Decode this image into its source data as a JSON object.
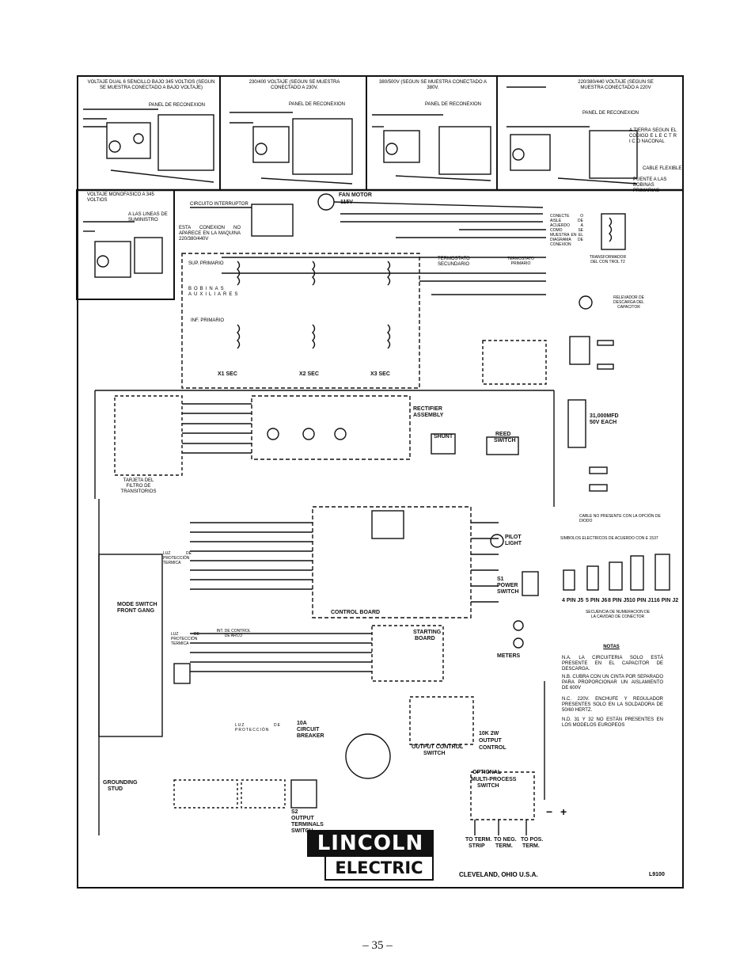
{
  "labels": {
    "dual_voltage": "VOLTAJE DUAL 6 SENCILLO BAJO 345 VOLTIOS (SEGUN SE MUESTRA CONECTADO A BAJO VOLTAJE)",
    "v230_400": "230/400 VOLTAJE (SEGUN SE MUESTRA CONECTADO A 230V.",
    "v380_500": "380/500V (SEGUN SE MUESTRA CONECTADO A 380V.",
    "v220_380_440": "220/380/440 VOLTAJE (SEGUN SE MUESTRA CONECTADO A 220V",
    "panel_1": "PANEL DE RECONEXION",
    "panel_2": "PANEL DE RECONEXION",
    "panel_3": "PANEL DE RECONEXION",
    "panel_4": "PANEL DE RECONEXION",
    "ground": "A TIERRA SEGUN EL CODIGO E L E C T R I C O NACONAL",
    "flex_cable": "CABLE FLEXIBLE",
    "bridge": "PUENTE A LAS BOBINAS PRIMARIAS",
    "single_phase": "VOLTAJE MONOFASICO A 345 VOLTIOS",
    "supply_lines": "A LAS LINEAS DE SUMINISTRO",
    "breaker_circuit": "CIRCUITO INTERRUPTOR",
    "not_shown": "ESTA CONEXION NO APARECE EN LA MAQUINA 220/380/440V",
    "sup_primary": "SUP. PRIMARIO",
    "aux_coils": "BOBINAS AUXILIARES",
    "inf_primary": "INF. PRIMARIO",
    "connect_note": "CONECTE O AISLE DE ACUERDO A COMO SE MUESTRA EN EL DIAGRAMA DE CONEXION",
    "thermo_secondary": "TERMOSTATO SECUNDARIO",
    "thermo_primary": "TERMOSTATO PRIMARIO",
    "control_transformer": "TRANSFORMADOR DEL CON TROL T2",
    "cap_relay": "RELEVADOR DE DESCARGA DEL CAPACITOR",
    "filter_board": "TARJETA DEL FILTRO DE TRANSITORIOS",
    "diode_cable": "CABLE NO PRESENTE CON LA OPCIÓN DE DIODO",
    "elec_symbols": "SIMBOLOS ELECTRICOS DE ACUERDO CON E 1537",
    "thermal_light_1": "LUZ DE PROTECCIÓN TERMICA",
    "thermal_light_2": "LUZ DE PROTECCIÓN TERMICA",
    "arc_control": "INT. DE CONTROL DE ARCO",
    "thermal_light_3": "LUZ DE PROTECCIÓN",
    "pin_sequence": "SECUENCIA DE NUMERACION DE LA CAVIDAD DE CONECTOR"
  },
  "notes": {
    "title": "NOTAS",
    "na": "N.A. LA CIRCUITERIA SOLO ESTÁ PRESENTE EN EL CAPACITOR DE DESCARGA.",
    "nb": "N.B. CUBRA CON UN CINTA POR SEPARADO PARA PROPORCIONAR UN AISLAMIENTO DE 600V",
    "nc": "N.C. 220V. ENCHUFE Y REGULADOR PRESENTES SOLO EN LA SOLDADORA DE 50/60 HERTZ.",
    "nd": "N.D. 31 Y 32 NO ESTÁN PRESENTES EN LOS MODELOS EUROPEOS"
  },
  "schematic_marks": {
    "fan_motor": "FAN MOTOR 115V",
    "x1_sec": "X1 SEC",
    "x2_sec": "X2 SEC",
    "x3_sec": "X3 SEC",
    "rectifier": "RECTIFIER ASSEMBLY",
    "control_board": "CONTROL BOARD",
    "starting_board": "STARTING BOARD",
    "mode_switch": "MODE SWITCH FRONT GANG",
    "output_control_switch": "OUTPUT CONTROL SWITCH",
    "output_control": "10K 2W OUTPUT CONTROL",
    "power_switch": "S1 POWER SWITCH",
    "pilot_light": "PILOT LIGHT",
    "meters": "METERS",
    "reed_switch": "REED SWITCH",
    "shunt": "SHUNT",
    "capacitors": "31,000MFD 50V EACH",
    "multi_process": "OPTIONAL MULTI-PROCESS SWITCH",
    "circuit_breaker": "10A CIRCUIT BREAKER",
    "output_terminals": "S2 OUTPUT TERMINALS SWITCH",
    "grounding_stud": "GROUNDING STUD",
    "to_term_strip": "TO TERM. STRIP",
    "to_neg_term": "TO NEG. TERM.",
    "to_pos_term": "TO POS. TERM.",
    "connectors": [
      "4 PIN J5",
      "5 PIN J6",
      "8 PIN J5",
      "10 PIN J1",
      "16 PIN J2"
    ]
  },
  "logo": {
    "top": "LINCOLN",
    "bottom": "ELECTRIC"
  },
  "footer": {
    "city": "CLEVELAND, OHIO U.S.A.",
    "part": "L9100",
    "page": "– 35 –"
  }
}
